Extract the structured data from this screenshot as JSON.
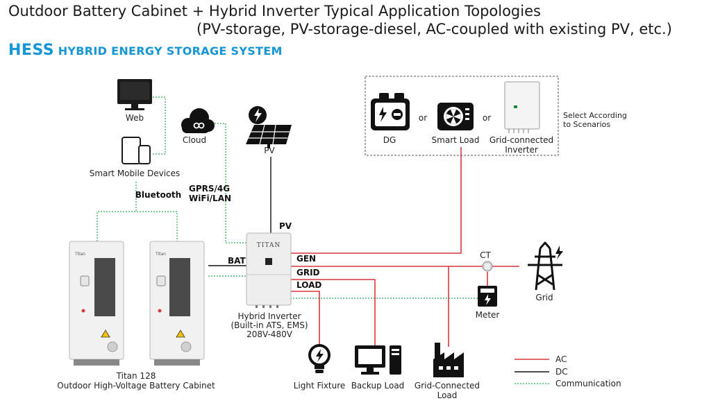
{
  "header": {
    "title_line1": "Outdoor Battery Cabinet + Hybrid Inverter Typical Application Topologies",
    "title_line2": "(PV-storage, PV-storage-diesel, AC-coupled with existing PV, etc.)",
    "hess_big": "HESS",
    "hess_small": "HYBRID ENERGY STORAGE SYSTEM"
  },
  "nodes": {
    "web": "Web",
    "cloud": "Cloud",
    "pv": "PV",
    "smart_mobile": "Smart Mobile Devices",
    "bluetooth": "Bluetooth",
    "gprs": "GPRS/4G",
    "wifi": "WiFi/LAN",
    "dg": "DG",
    "or1": "or",
    "or2": "or",
    "smart_load": "Smart Load",
    "grid_inverter_1": "Grid-connected",
    "grid_inverter_2": "Inverter",
    "select_1": "Select According",
    "select_2": "to Scenarios",
    "pv_port": "PV",
    "bat_port": "BAT",
    "gen_port": "GEN",
    "grid_port": "GRID",
    "load_port": "LOAD",
    "inverter_brand": "TITAN",
    "cabinet_brand_1": "Titan",
    "cabinet_brand_2": "Titan",
    "inverter_1": "Hybrid Inverter",
    "inverter_2": "(Built-in ATS, EMS)",
    "inverter_3": "208V-480V",
    "ct": "CT",
    "grid": "Grid",
    "meter": "Meter",
    "cabinet_1": "Titan 128",
    "cabinet_2": "Outdoor High-Voltage Battery Cabinet",
    "light": "Light Fixture",
    "backup": "Backup  Load",
    "gcl_1": "Grid-Connected",
    "gcl_2": "Load"
  },
  "legend": {
    "ac": "AC",
    "dc": "DC",
    "comm": "Communication"
  },
  "colors": {
    "ac": "#d9363e",
    "dc": "#111111",
    "comm": "#2eaa4a",
    "accent": "#1596d6"
  }
}
